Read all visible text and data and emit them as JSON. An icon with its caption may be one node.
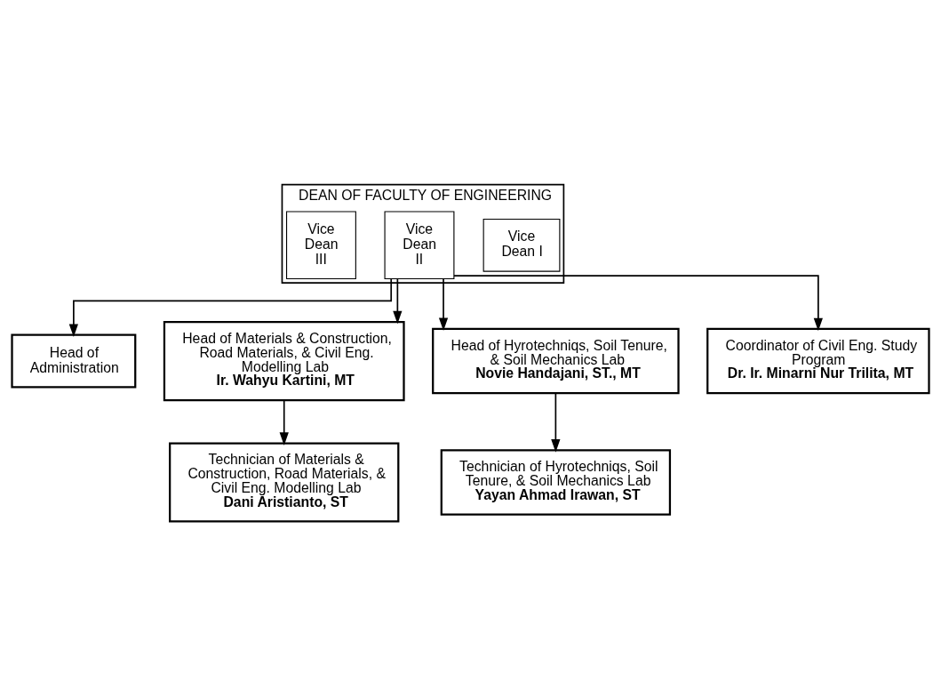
{
  "diagram": {
    "nodes": [
      {
        "text": [
          "DEAN OF FACULTY OF ENGINEERING"
        ]
      },
      {
        "text": [
          "Vice Dean I"
        ],
        "in": 0
      },
      {
        "text": [
          "Vice Dean II"
        ],
        "in": 0
      },
      {
        "text": [
          "Vice Dean III"
        ],
        "in": 0
      },
      {
        "text": [
          "Head of Administration"
        ]
      },
      {
        "text": [
          "Head of Materials & Construction, Road Materials, & Civil Eng. Modelling Lab",
          "Ir. Wahyu Kartini, MT"
        ]
      },
      {
        "text": [
          "Head of Hyrotechniqs, Soil Tenure, & Soil Mechanics Lab",
          "Novie Handajani, ST., MT"
        ]
      },
      {
        "text": [
          "Coordinator of Civil Eng. Study Program",
          "Dr. Ir. Minarni Nur Trilita, MT"
        ]
      },
      {
        "text": [
          "Technician of Materials & Construction, Road Materials, & Civil Eng. Modelling Lab",
          "Dani Aristianto, ST"
        ]
      },
      {
        "text": [
          "Technician of Hyrotechniqs, Soil Tenure, & Soil Mechanics Lab",
          "Yayan Ahmad Irawan, ST"
        ]
      }
    ],
    "edges": [
      {
        "from": 2,
        "to": 4,
        "arrow": "to"
      },
      {
        "from": 2,
        "to": 5,
        "arrow": "to"
      },
      {
        "from": 2,
        "to": 6,
        "arrow": "to"
      },
      {
        "from": 2,
        "to": 7,
        "arrow": "to"
      },
      {
        "from": 5,
        "to": 8,
        "arrow": "to"
      },
      {
        "from": 6,
        "to": 9,
        "arrow": "to"
      }
    ]
  }
}
